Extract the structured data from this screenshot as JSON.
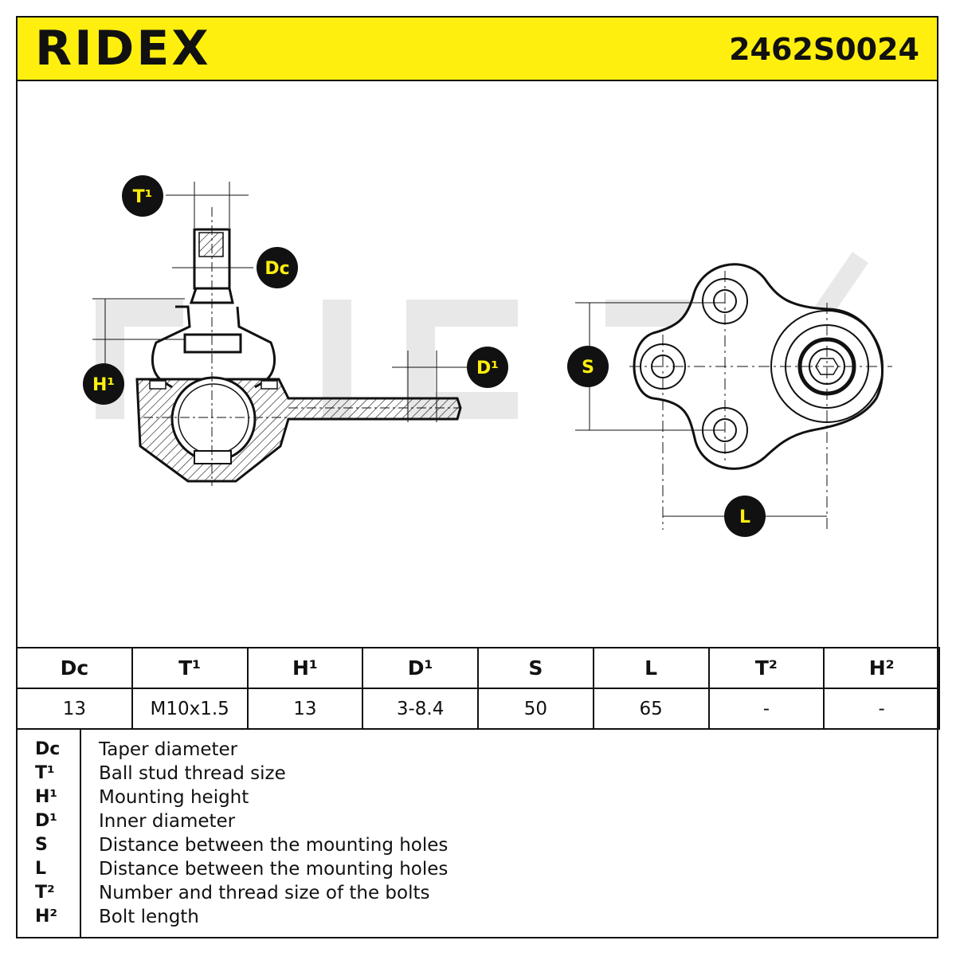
{
  "header": {
    "brand": "RIDEX",
    "part_number": "2462S0024",
    "color": "#FFEF0F"
  },
  "drawing": {
    "labels": {
      "t1": "T¹",
      "dc": "Dc",
      "h1": "H¹",
      "d1": "D¹",
      "s": "S",
      "l": "L"
    }
  },
  "table": {
    "headers": [
      "Dc",
      "T¹",
      "H¹",
      "D¹",
      "S",
      "L",
      "T²",
      "H²"
    ],
    "values": [
      "13",
      "M10x1.5",
      "13",
      "3-8.4",
      "50",
      "65",
      "-",
      "-"
    ]
  },
  "legend": [
    {
      "code": "Dc",
      "desc": "Taper diameter"
    },
    {
      "code": "T¹",
      "desc": "Ball stud thread size"
    },
    {
      "code": "H¹",
      "desc": "Mounting height"
    },
    {
      "code": "D¹",
      "desc": "Inner diameter"
    },
    {
      "code": "S",
      "desc": "Distance between the mounting holes"
    },
    {
      "code": "L",
      "desc": "Distance between the mounting holes"
    },
    {
      "code": "T²",
      "desc": "Number and thread size of the bolts"
    },
    {
      "code": "H²",
      "desc": "Bolt length"
    }
  ]
}
